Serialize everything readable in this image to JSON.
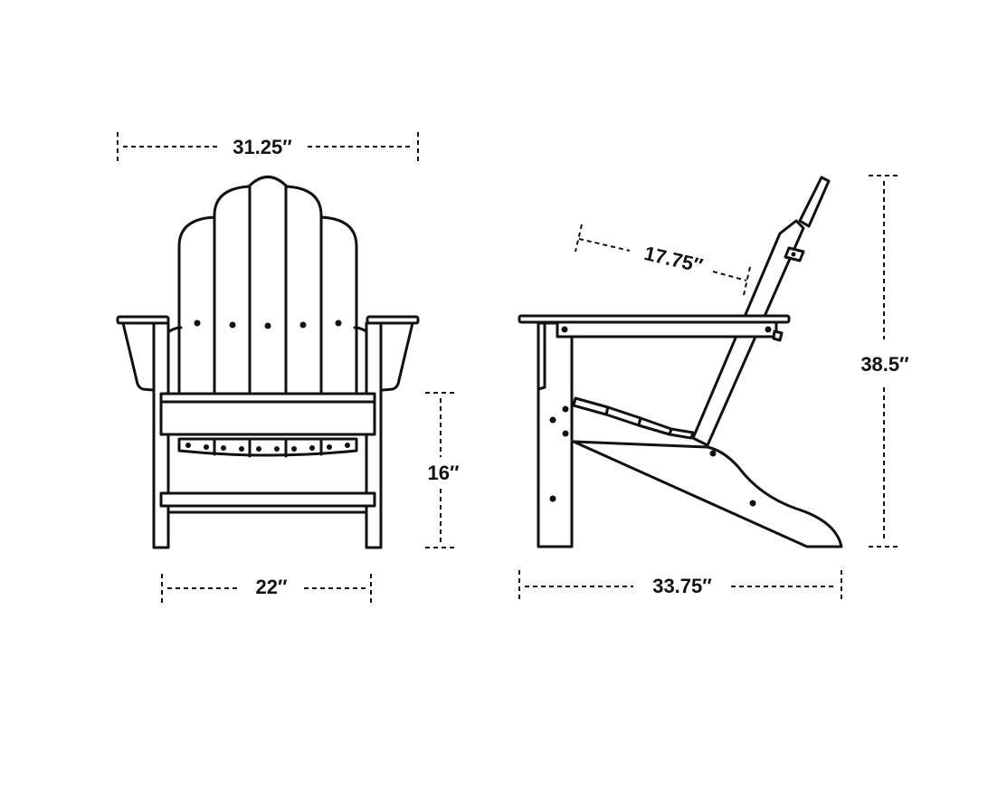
{
  "dimensions": {
    "front_width": "31.25″",
    "front_seat_width": "22″",
    "seat_height": "16″",
    "back_length": "17.75″",
    "overall_height": "38.5″",
    "side_depth": "33.75″"
  },
  "colors": {
    "line": "#111111",
    "background": "#ffffff"
  }
}
